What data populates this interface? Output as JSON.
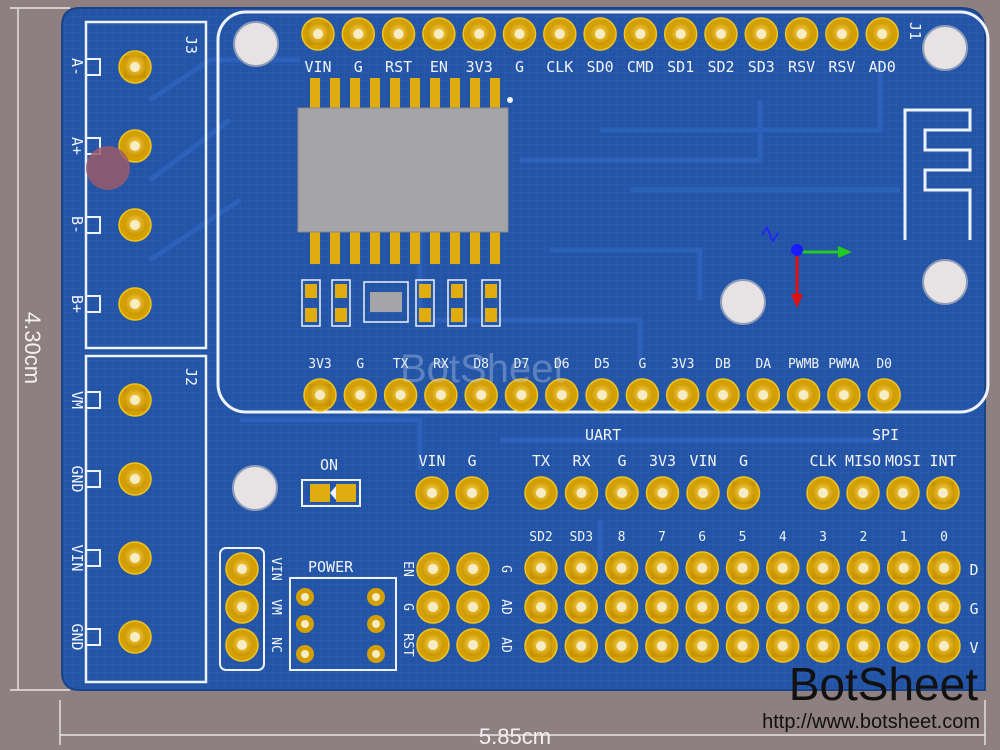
{
  "board": {
    "j1_header": {
      "ref": "J1",
      "labels": [
        "VIN",
        "G",
        "RST",
        "EN",
        "3V3",
        "G",
        "CLK",
        "SD0",
        "CMD",
        "SD1",
        "SD2",
        "SD3",
        "RSV",
        "RSV",
        "AD0"
      ]
    },
    "bottom_header": {
      "labels": [
        "3V3",
        "G",
        "TX",
        "RX",
        "D8",
        "D7",
        "D6",
        "D5",
        "G",
        "3V3",
        "DB",
        "DA",
        "PWMB",
        "PWMA",
        "D0"
      ]
    },
    "j3": {
      "ref": "J3",
      "labels": [
        "A-",
        "A+",
        "B-",
        "B+"
      ]
    },
    "j2": {
      "ref": "J2",
      "labels": [
        "VM",
        "GND",
        "VIN",
        "GND"
      ]
    },
    "on_label": "ON",
    "vin_g": {
      "labels": [
        "VIN",
        "G"
      ]
    },
    "uart": {
      "title": "UART",
      "labels": [
        "TX",
        "RX",
        "G",
        "3V3",
        "VIN",
        "G"
      ]
    },
    "spi": {
      "title": "SPI",
      "labels": [
        "CLK",
        "MISO",
        "MOSI",
        "INT"
      ]
    },
    "gpio": {
      "labels": [
        "SD2",
        "SD3",
        "8",
        "7",
        "6",
        "5",
        "4",
        "3",
        "2",
        "1",
        "0"
      ],
      "rows": [
        "D",
        "G",
        "V"
      ]
    },
    "power": {
      "title": "POWER",
      "left": [
        "VIN",
        "VM",
        "NC"
      ],
      "right": [
        "EN",
        "G",
        "RST"
      ],
      "rightcol": [
        "G",
        "AD",
        "AD"
      ]
    },
    "axis": {
      "label": "Z"
    }
  },
  "dimensions": {
    "height": "4.30cm",
    "width": "5.85cm"
  },
  "watermark": {
    "brand": "BotSheet",
    "url": "http://www.botsheet.com",
    "ghost": "BotSheet"
  },
  "colors": {
    "board": "#1f4fa0",
    "pad": "#d9a400",
    "background": "#8e7f80"
  }
}
